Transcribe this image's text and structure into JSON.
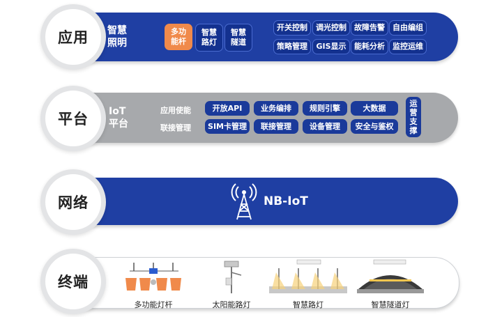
{
  "rows": {
    "app": {
      "title": "应用",
      "heading": [
        "智慧",
        "照明"
      ],
      "products": [
        [
          "多功",
          "能杆"
        ],
        [
          "智慧",
          "路灯"
        ],
        [
          "智慧",
          "隧道"
        ]
      ],
      "functions": [
        "开关控制",
        "调光控制",
        "故障告警",
        "自由编组",
        "策略管理",
        "GIS显示",
        "能耗分析",
        "监控运维"
      ]
    },
    "platform": {
      "title": "平台",
      "heading": [
        "IoT",
        "平台"
      ],
      "sub_labels": [
        "应用使能",
        "联接管理"
      ],
      "functions": [
        "开放API",
        "业务编排",
        "规则引擎",
        "大数据",
        "SIM卡管理",
        "联接管理",
        "设备管理",
        "安全与鉴权"
      ],
      "side": [
        "运",
        "营",
        "支",
        "撑"
      ]
    },
    "network": {
      "title": "网络",
      "label": "NB-IoT"
    },
    "terminal": {
      "title": "终端",
      "items": [
        "多功能灯杆",
        "太阳能路灯",
        "智慧路灯",
        "智慧隧道灯"
      ]
    }
  },
  "colors": {
    "blue": "#1f3fa3",
    "gray": "#a7a9ac",
    "orange": "#f08a4b"
  }
}
